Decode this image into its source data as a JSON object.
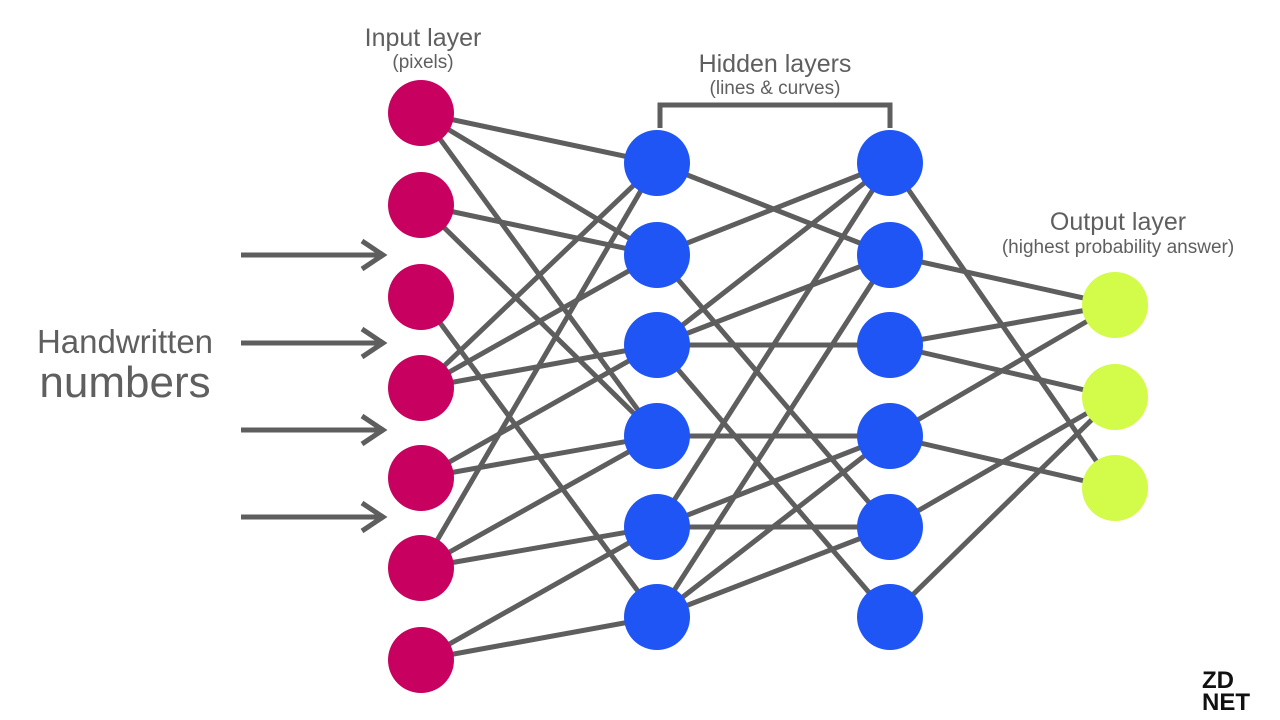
{
  "labels": {
    "input_title": "Input layer",
    "input_sub": "(pixels)",
    "hidden_title": "Hidden layers",
    "hidden_sub": "(lines & curves)",
    "output_title": "Output layer",
    "output_sub": "(highest probability answer)",
    "source_line1": "Handwritten",
    "source_line2": "numbers",
    "logo_line1": "ZD",
    "logo_line2": "NET"
  },
  "colors": {
    "input_node": "#c8005f",
    "hidden_node": "#1f55f5",
    "output_node": "#d3fb4a",
    "edge": "#5e5e5e",
    "text": "#5f5f5f"
  },
  "network": {
    "layers": [
      {
        "name": "input",
        "count": 7
      },
      {
        "name": "hidden1",
        "count": 6
      },
      {
        "name": "hidden2",
        "count": 6
      },
      {
        "name": "output",
        "count": 3
      }
    ],
    "input_arrows": 4,
    "edges": {
      "input_to_hidden1": [
        [
          0,
          0
        ],
        [
          0,
          1
        ],
        [
          0,
          3
        ],
        [
          1,
          1
        ],
        [
          1,
          3
        ],
        [
          2,
          5
        ],
        [
          3,
          0
        ],
        [
          3,
          1
        ],
        [
          3,
          2
        ],
        [
          4,
          2
        ],
        [
          4,
          3
        ],
        [
          5,
          0
        ],
        [
          5,
          3
        ],
        [
          5,
          4
        ],
        [
          6,
          4
        ],
        [
          6,
          5
        ]
      ],
      "hidden1_to_hidden2": [
        [
          0,
          1
        ],
        [
          1,
          0
        ],
        [
          1,
          4
        ],
        [
          2,
          0
        ],
        [
          2,
          1
        ],
        [
          2,
          2
        ],
        [
          2,
          5
        ],
        [
          3,
          3
        ],
        [
          4,
          0
        ],
        [
          4,
          3
        ],
        [
          4,
          4
        ],
        [
          5,
          1
        ],
        [
          5,
          3
        ],
        [
          5,
          4
        ]
      ],
      "hidden2_to_output": [
        [
          0,
          2
        ],
        [
          1,
          0
        ],
        [
          2,
          0
        ],
        [
          2,
          1
        ],
        [
          3,
          0
        ],
        [
          3,
          2
        ],
        [
          4,
          1
        ],
        [
          5,
          1
        ]
      ]
    }
  }
}
